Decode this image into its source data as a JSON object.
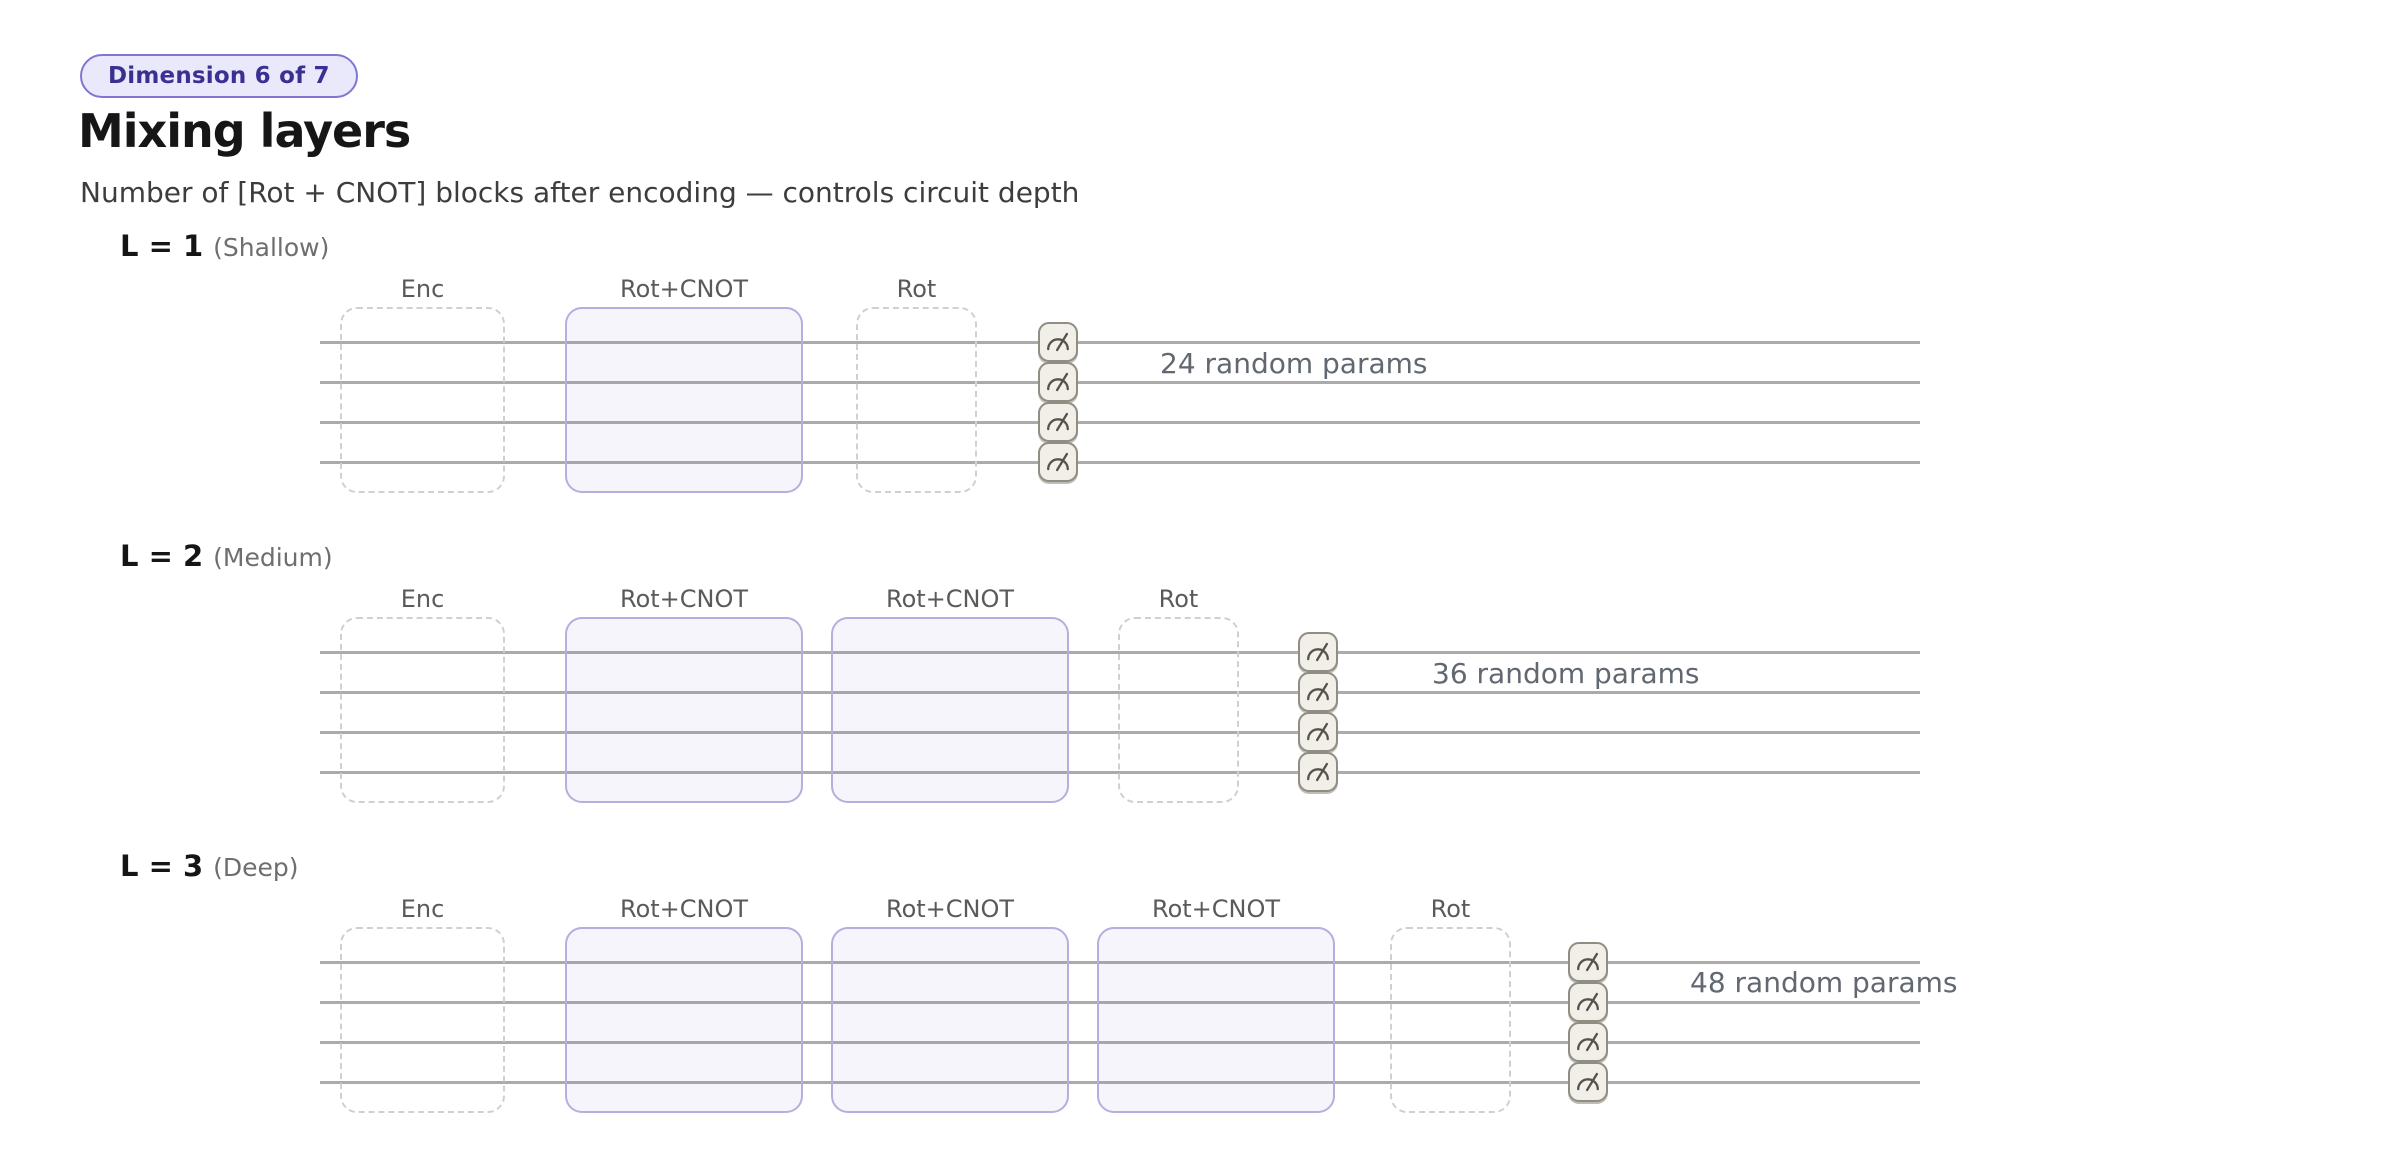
{
  "badge": {
    "label": "Dimension 6 of 7"
  },
  "header": {
    "title": "Mixing layers",
    "subtitle": "Number of [Rot + CNOT] blocks after encoding — controls circuit depth"
  },
  "sections": [
    {
      "heading": "L = 1",
      "qualifier": "(Shallow)",
      "columns": [
        "Enc",
        "Rot+CNOT",
        "Rot"
      ],
      "params_label": "24 random params",
      "wires": 4,
      "measurements": 4
    },
    {
      "heading": "L = 2",
      "qualifier": "(Medium)",
      "columns": [
        "Enc",
        "Rot+CNOT",
        "Rot+CNOT",
        "Rot"
      ],
      "params_label": "36 random params",
      "wires": 4,
      "measurements": 4
    },
    {
      "heading": "L = 3",
      "qualifier": "(Deep)",
      "columns": [
        "Enc",
        "Rot+CNOT",
        "Rot+CNOT",
        "Rot+CNOT",
        "Rot"
      ],
      "params_label": "48 random params",
      "wires": 4,
      "measurements": 4
    }
  ],
  "colors": {
    "badge_bg": "#eae9fc",
    "badge_border": "#7f76d2",
    "badge_text": "#393091",
    "block_fill": "#f6f5fc",
    "block_border": "#b5aede",
    "dashed_border": "#d0d0d0",
    "wire": "#ababab",
    "measure_bg": "#f1efe7",
    "measure_border": "#908e82"
  }
}
